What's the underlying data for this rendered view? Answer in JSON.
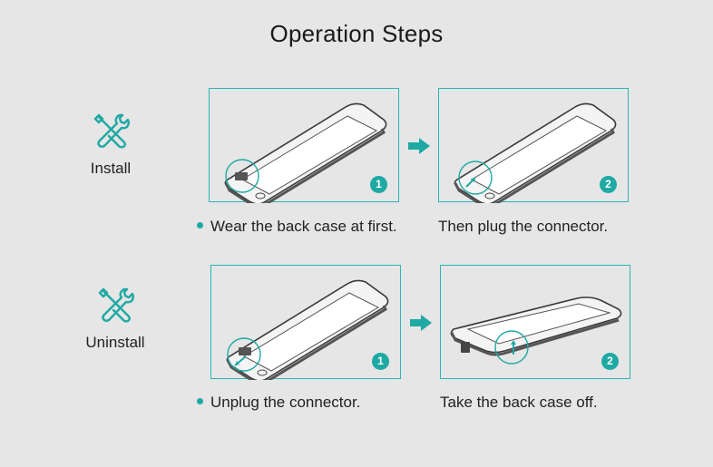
{
  "page": {
    "title": "Operation Steps"
  },
  "colors": {
    "accent": "#1fa9a4",
    "panel_border": "#2bb5b5",
    "background": "#e6e6e6"
  },
  "install": {
    "label": "Install",
    "icon": "tools-icon",
    "step1": {
      "badge": "1",
      "caption": "Wear the back case at first."
    },
    "step2": {
      "badge": "2",
      "caption": "Then plug the connector."
    }
  },
  "uninstall": {
    "label": "Uninstall",
    "icon": "tools-icon",
    "step1": {
      "badge": "1",
      "caption": "Unplug the connector."
    },
    "step2": {
      "badge": "2",
      "caption": "Take the back case off."
    }
  }
}
